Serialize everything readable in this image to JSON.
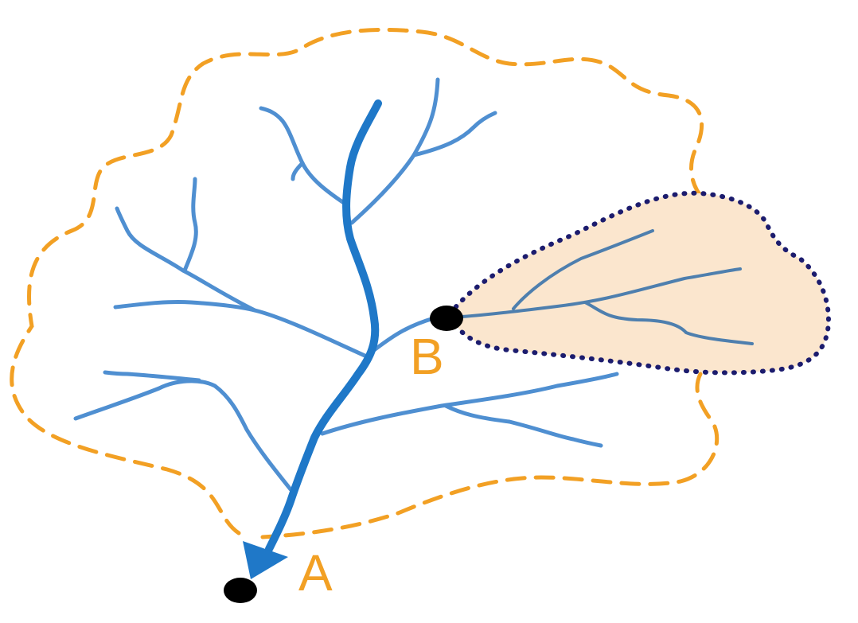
{
  "points": {
    "outlet_label": "A",
    "subbasin_outlet_label": "B"
  },
  "colors": {
    "watershed_boundary": "#F2A024",
    "subbasin_boundary": "#1C1C6E",
    "subbasin_fill": "#FBE6CE",
    "main_channel": "#1F78C8",
    "tributary": "#4F8FD1",
    "subbasin_tributary": "#4E7FAE",
    "point_marker": "#000000",
    "label_text": "#F2A024",
    "background": "#FFFFFF"
  },
  "icons": {
    "flow_arrow": "arrowhead",
    "point_marker": "filled-ellipse"
  }
}
